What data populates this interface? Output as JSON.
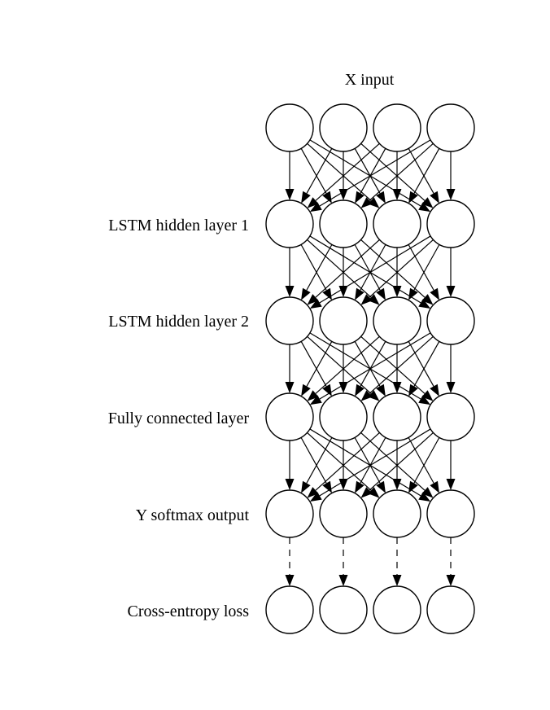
{
  "diagram": {
    "input_label": "X input",
    "layers": [
      {
        "id": "input",
        "label": "",
        "nodes": 4
      },
      {
        "id": "lstm1",
        "label": "LSTM hidden layer 1",
        "nodes": 4
      },
      {
        "id": "lstm2",
        "label": "LSTM hidden layer 2",
        "nodes": 4
      },
      {
        "id": "fc",
        "label": "Fully connected layer",
        "nodes": 4
      },
      {
        "id": "softmax",
        "label": "Y softmax output",
        "nodes": 4
      },
      {
        "id": "loss",
        "label": "Cross-entropy loss",
        "nodes": 4
      }
    ],
    "connections": [
      {
        "from": "input",
        "to": "lstm1",
        "pattern": "full",
        "style": "solid"
      },
      {
        "from": "lstm1",
        "to": "lstm2",
        "pattern": "full",
        "style": "solid"
      },
      {
        "from": "lstm2",
        "to": "fc",
        "pattern": "full",
        "style": "solid"
      },
      {
        "from": "fc",
        "to": "softmax",
        "pattern": "full",
        "style": "solid"
      },
      {
        "from": "softmax",
        "to": "loss",
        "pattern": "one-to-one",
        "style": "dashed"
      }
    ]
  }
}
